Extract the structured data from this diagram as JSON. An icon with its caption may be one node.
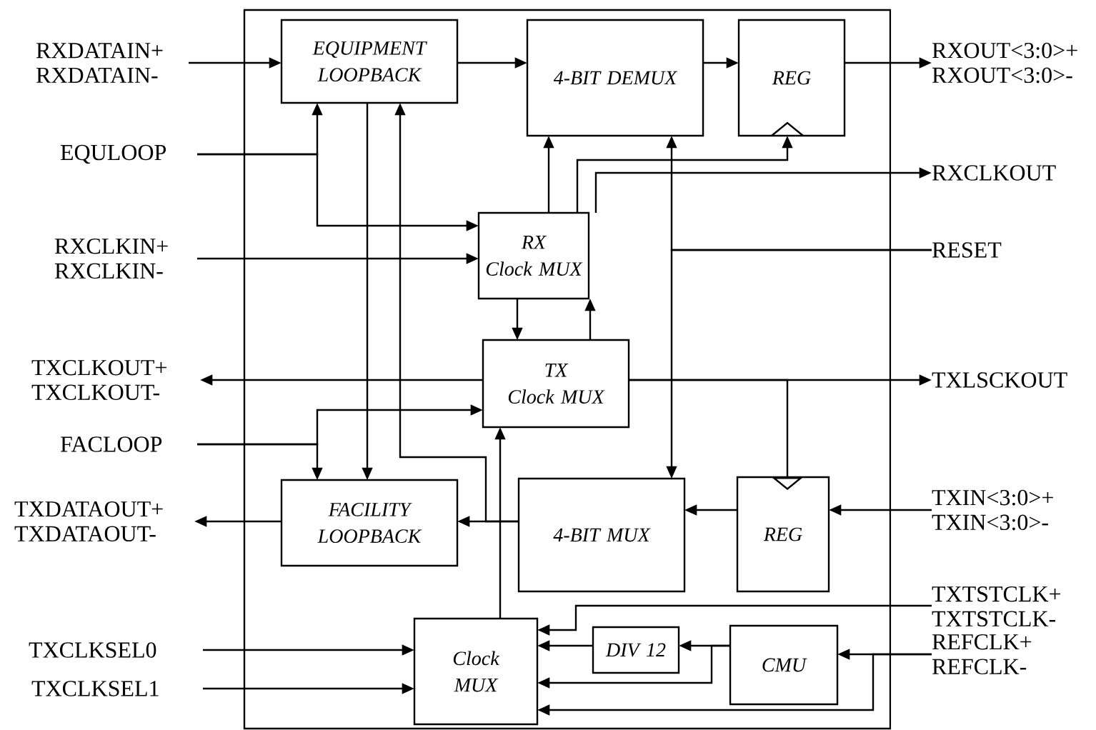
{
  "diagram": {
    "nodes": [
      {
        "text": [],
        "shape": "box"
      },
      {
        "text": [
          "EQUIPMENT LOOPBACK"
        ],
        "in": 0
      },
      {
        "text": [
          "4-BIT DEMUX"
        ],
        "in": 0
      },
      {
        "text": [
          "REG"
        ],
        "in": 0
      },
      {
        "text": [
          "RX",
          "Clock MUX"
        ],
        "in": 0
      },
      {
        "text": [
          "TX",
          "Clock MUX"
        ],
        "in": 0
      },
      {
        "text": [
          "FACILITY LOOPBACK"
        ],
        "in": 0
      },
      {
        "text": [
          "4-BIT MUX"
        ],
        "in": 0
      },
      {
        "text": [
          "REG"
        ],
        "in": 0
      },
      {
        "text": [
          "Clock MUX"
        ],
        "in": 0
      },
      {
        "text": [
          "DIV 12"
        ],
        "in": 0
      },
      {
        "text": [
          "CMU"
        ],
        "in": 0
      },
      {
        "text": [
          "RXDATAIN+",
          "RXDATAIN-"
        ]
      },
      {
        "text": [
          "EQULOOP"
        ]
      },
      {
        "text": [
          "RXCLKIN+",
          "RXCLKIN-"
        ]
      },
      {
        "text": [
          "TXCLKOUT+",
          "TXCLKOUT-"
        ]
      },
      {
        "text": [
          "FACLOOP"
        ]
      },
      {
        "text": [
          "TXDATAOUT+",
          "TXDATAOUT-"
        ]
      },
      {
        "text": [
          "TXCLKSEL0"
        ]
      },
      {
        "text": [
          "TXCLKSEL1"
        ]
      },
      {
        "text": [
          "RXOUT<3:0>+",
          "RXOUT<3:0>-"
        ]
      },
      {
        "text": [
          "RXCLKOUT"
        ]
      },
      {
        "text": [
          "RESET"
        ]
      },
      {
        "text": [
          "TXLSCKOUT"
        ]
      },
      {
        "text": [
          "TXIN<3:0>+",
          "TXIN<3:0>-"
        ]
      },
      {
        "text": [
          "TXTSTCLK+",
          "TXTSTCLK-"
        ]
      },
      {
        "text": [
          "REFCLK+",
          "REFCLK-"
        ]
      }
    ],
    "edges": [
      {
        "from": 12,
        "to": 1,
        "arrow": "to"
      },
      {
        "from": 1,
        "to": 2,
        "arrow": "to"
      },
      {
        "from": 2,
        "to": 3,
        "arrow": "to"
      },
      {
        "from": 3,
        "to": 20,
        "arrow": "to"
      },
      {
        "from": 13,
        "to": 1,
        "arrow": "to"
      },
      {
        "from": 13,
        "to": 4,
        "arrow": "to"
      },
      {
        "from": 14,
        "to": 4,
        "arrow": "to"
      },
      {
        "from": 4,
        "to": 2,
        "arrow": "to"
      },
      {
        "from": 4,
        "to": 3,
        "arrow": "to"
      },
      {
        "from": 4,
        "to": 21,
        "arrow": "to"
      },
      {
        "from": 4,
        "to": 5,
        "arrow": "to"
      },
      {
        "from": 5,
        "to": 4,
        "arrow": "to"
      },
      {
        "from": 5,
        "to": 15,
        "arrow": "to"
      },
      {
        "from": 5,
        "to": 23,
        "arrow": "to"
      },
      {
        "from": 5,
        "to": 8,
        "arrow": "to"
      },
      {
        "from": 16,
        "to": 6,
        "arrow": "to"
      },
      {
        "from": 16,
        "to": 5,
        "arrow": "to"
      },
      {
        "from": 1,
        "to": 6,
        "arrow": "to"
      },
      {
        "from": 7,
        "to": 1,
        "arrow": "to"
      },
      {
        "from": 7,
        "to": 6,
        "arrow": "to"
      },
      {
        "from": 6,
        "to": 17,
        "arrow": "to"
      },
      {
        "from": 22,
        "to": 2,
        "arrow": "to"
      },
      {
        "from": 22,
        "to": 7,
        "arrow": "to"
      },
      {
        "from": 24,
        "to": 8,
        "arrow": "to"
      },
      {
        "from": 8,
        "to": 7,
        "arrow": "to"
      },
      {
        "from": 9,
        "to": 5,
        "arrow": "to"
      },
      {
        "from": 18,
        "to": 9,
        "arrow": "to"
      },
      {
        "from": 19,
        "to": 9,
        "arrow": "to"
      },
      {
        "from": 25,
        "to": 9,
        "arrow": "to"
      },
      {
        "from": 10,
        "to": 9,
        "arrow": "to"
      },
      {
        "from": 11,
        "to": 10,
        "arrow": "to"
      },
      {
        "from": 11,
        "to": 9,
        "arrow": "to"
      },
      {
        "from": 26,
        "to": 11,
        "arrow": "to"
      },
      {
        "from": 26,
        "to": 9,
        "arrow": "to"
      }
    ]
  }
}
